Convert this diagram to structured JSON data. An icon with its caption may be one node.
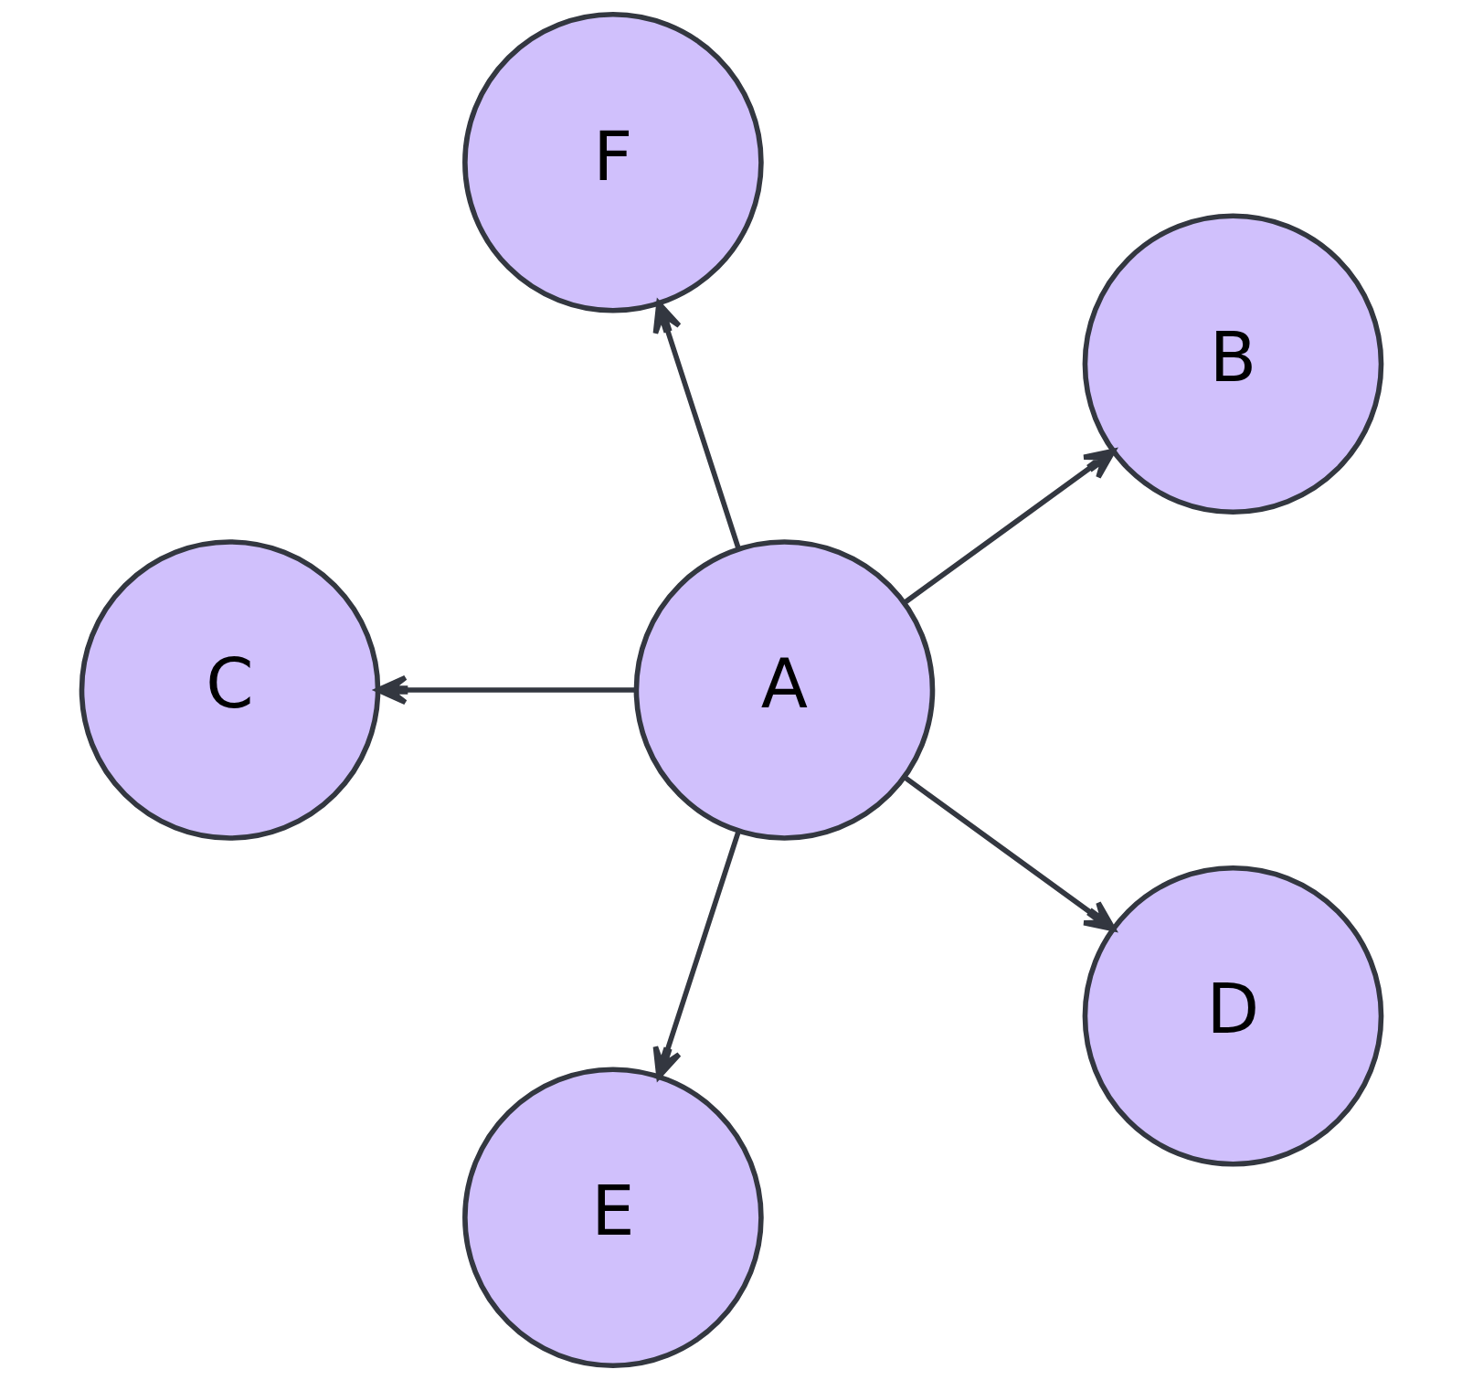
{
  "diagram": {
    "nodes": [
      {
        "text": [
          "B"
        ]
      },
      {
        "text": [
          "F"
        ]
      },
      {
        "text": [
          "C"
        ]
      },
      {
        "text": [
          "A"
        ]
      },
      {
        "text": [
          "E"
        ]
      },
      {
        "text": [
          "D"
        ]
      }
    ],
    "edges": [
      {
        "from": 3,
        "to": 0,
        "arrow": "to"
      },
      {
        "from": 3,
        "to": 2,
        "arrow": "to"
      },
      {
        "from": 3,
        "to": 5,
        "arrow": "to"
      },
      {
        "from": 3,
        "to": 4,
        "arrow": "to"
      },
      {
        "from": 3,
        "to": 1,
        "arrow": "to"
      }
    ]
  }
}
